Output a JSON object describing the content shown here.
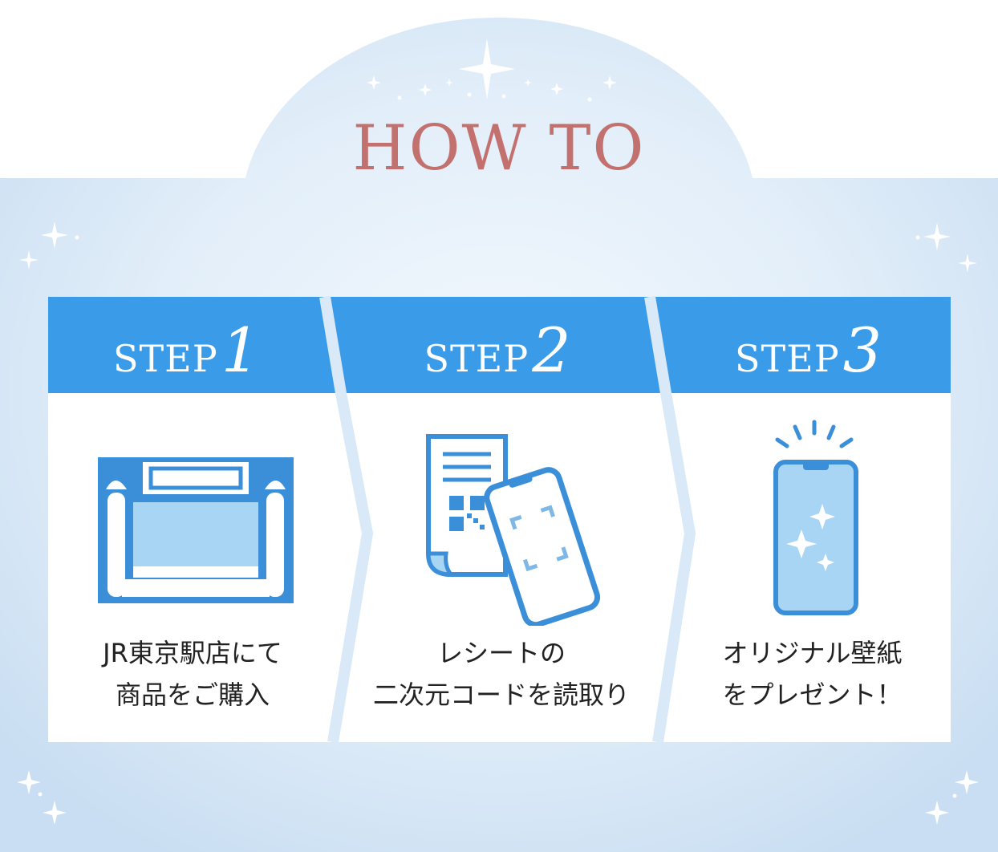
{
  "header": {
    "title": "HOW TO"
  },
  "colors": {
    "title": "#c2716e",
    "banner": "#3a9be8",
    "icon_stroke": "#2f86d1",
    "icon_fill": "#a9d5f5",
    "panel_bg": "#cfe3f4",
    "card_bg": "#ffffff"
  },
  "steps": [
    {
      "word": "STEP",
      "number": "1",
      "icon": "shop-counter-icon",
      "lines": [
        "JR東京駅店にて",
        "商品をご購入"
      ]
    },
    {
      "word": "STEP",
      "number": "2",
      "icon": "receipt-qr-scan-icon",
      "lines": [
        "レシートの",
        "二次元コードを読取り"
      ]
    },
    {
      "word": "STEP",
      "number": "3",
      "icon": "smartphone-sparkle-icon",
      "lines": [
        "オリジナル壁紙",
        "をプレゼント！"
      ]
    }
  ]
}
